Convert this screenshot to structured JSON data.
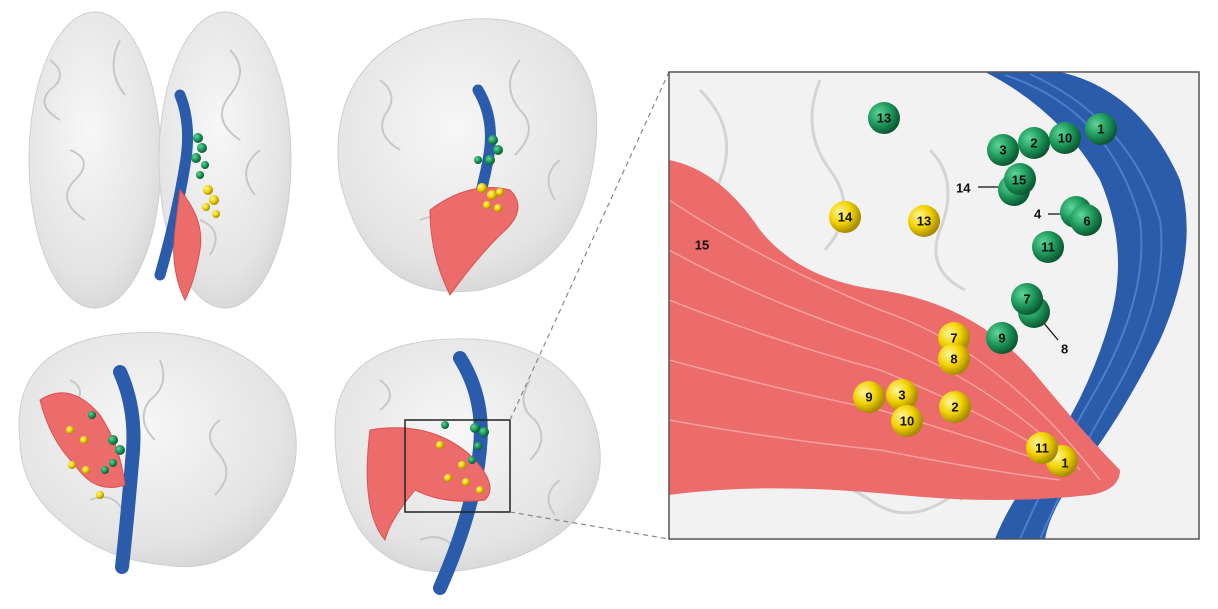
{
  "figure": {
    "colors": {
      "background": "#ffffff",
      "brain": "#e6e6e6",
      "brain_fold": "#c8c8c8",
      "tract_blue": "#2a5cab",
      "tract_red": "#ec6b6b",
      "sphere_green": "#1f9a5c",
      "sphere_yellow": "#f2d200"
    },
    "panels": [
      {
        "name": "brain-view-top",
        "description": "axial superior view"
      },
      {
        "name": "brain-view-oblique",
        "description": "oblique superior view"
      },
      {
        "name": "brain-view-lateral-left",
        "description": "lateral view"
      },
      {
        "name": "brain-view-lateral-right",
        "description": "lateral view with zoom box"
      }
    ],
    "zoom": {
      "region_label": "15",
      "green_spheres": [
        {
          "label": "13"
        },
        {
          "label": "3"
        },
        {
          "label": "2"
        },
        {
          "label": "10"
        },
        {
          "label": "1"
        },
        {
          "label": "15"
        },
        {
          "label": "6"
        },
        {
          "label": "11"
        },
        {
          "label": "7"
        },
        {
          "label": "9"
        }
      ],
      "yellow_spheres": [
        {
          "label": "14"
        },
        {
          "label": "13"
        },
        {
          "label": "7"
        },
        {
          "label": "8"
        },
        {
          "label": "9"
        },
        {
          "label": "3"
        },
        {
          "label": "2"
        },
        {
          "label": "10"
        },
        {
          "label": "11"
        },
        {
          "label": "1"
        }
      ],
      "callouts": [
        {
          "label": "14"
        },
        {
          "label": "4"
        },
        {
          "label": "8"
        }
      ]
    }
  }
}
